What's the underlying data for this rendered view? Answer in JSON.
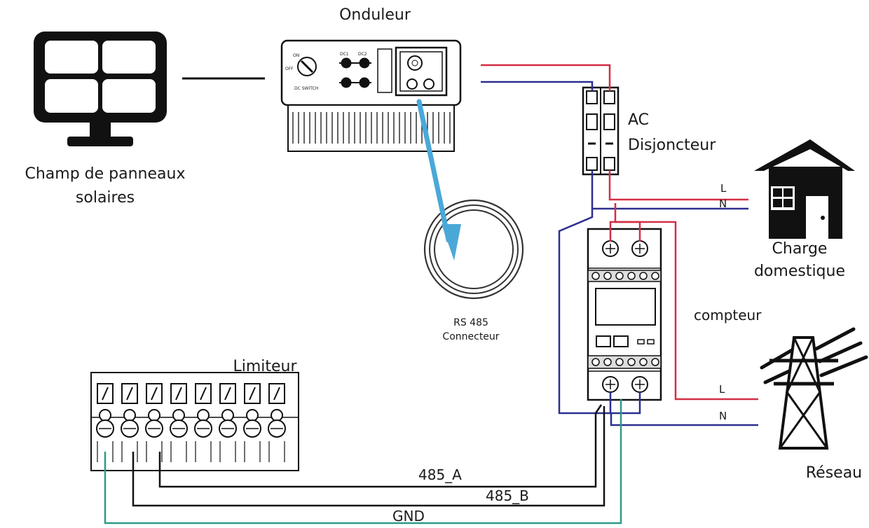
{
  "labels": {
    "solar": [
      "Champ de panneaux",
      "solaires"
    ],
    "inverter": "Onduleur",
    "breaker": [
      "AC",
      "Disjoncteur"
    ],
    "load": [
      "Charge",
      "domestique"
    ],
    "connector": [
      "RS 485",
      "Connecteur"
    ],
    "meter": "compteur",
    "limiter": "Limiteur",
    "grid": "Réseau",
    "phase": "L",
    "neutral": "N",
    "wires": {
      "a": "485_A",
      "b": "485_B",
      "gnd": "GND"
    }
  },
  "inverter_panel": {
    "switch_on": "ON",
    "switch_off": "OFF",
    "switch_name": "DC SWITCH",
    "dc1": "DC1",
    "dc2": "DC2"
  },
  "colors": {
    "phase_wire": "#d32f45",
    "neutral_wire": "#2c2f8f",
    "gnd_wire": "#2e9a86",
    "rs485_wire": "#111111",
    "arrow": "#4aa8d8"
  }
}
